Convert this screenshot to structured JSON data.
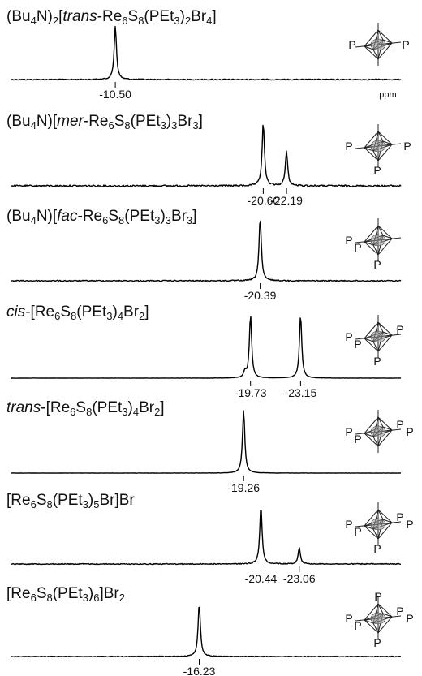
{
  "chart_data": {
    "type": "line",
    "unit": "ppm",
    "x_reversed": true,
    "xlim": [
      -3.4,
      -30.0
    ],
    "panels": [
      {
        "formula": [
          {
            "t": "(Bu"
          },
          {
            "t": "4",
            "sub": true
          },
          {
            "t": "N)"
          },
          {
            "t": "2",
            "sub": true
          },
          {
            "t": "["
          },
          {
            "t": "trans",
            "it": true
          },
          {
            "t": "-Re"
          },
          {
            "t": "6",
            "sub": true
          },
          {
            "t": "S"
          },
          {
            "t": "8",
            "sub": true
          },
          {
            "t": "(PEt"
          },
          {
            "t": "3",
            "sub": true
          },
          {
            "t": ")"
          },
          {
            "t": "2",
            "sub": true
          },
          {
            "t": "Br"
          },
          {
            "t": "4",
            "sub": true
          },
          {
            "t": "]"
          }
        ],
        "peaks": [
          {
            "ppm": -10.5,
            "label": "-10.50",
            "height": 1.0,
            "labeled": true
          }
        ],
        "phosphines": [
          "top",
          "bottom"
        ],
        "p_labels": [
          "P",
          "P"
        ],
        "noise": 0.6,
        "show_unit": true
      },
      {
        "formula": [
          {
            "t": "(Bu"
          },
          {
            "t": "4",
            "sub": true
          },
          {
            "t": "N)["
          },
          {
            "t": "mer",
            "it": true
          },
          {
            "t": "-Re"
          },
          {
            "t": "6",
            "sub": true
          },
          {
            "t": "S"
          },
          {
            "t": "8",
            "sub": true
          },
          {
            "t": "(PEt"
          },
          {
            "t": "3",
            "sub": true
          },
          {
            "t": ")"
          },
          {
            "t": "3",
            "sub": true
          },
          {
            "t": "Br"
          },
          {
            "t": "3",
            "sub": true
          },
          {
            "t": "]"
          }
        ],
        "peaks": [
          {
            "ppm": -20.6,
            "label": "-20.60",
            "height": 1.0,
            "labeled": true
          },
          {
            "ppm": -22.19,
            "label": "-22.19",
            "height": 0.55,
            "labeled": true
          }
        ],
        "phosphines": [
          "left",
          "right",
          "bottom"
        ],
        "p_labels": [
          "P",
          "P",
          "P"
        ],
        "noise": 0.9,
        "show_unit": false
      },
      {
        "formula": [
          {
            "t": "(Bu"
          },
          {
            "t": "4",
            "sub": true
          },
          {
            "t": "N)["
          },
          {
            "t": "fac",
            "it": true
          },
          {
            "t": "-Re"
          },
          {
            "t": "6",
            "sub": true
          },
          {
            "t": "S"
          },
          {
            "t": "8",
            "sub": true
          },
          {
            "t": "(PEt"
          },
          {
            "t": "3",
            "sub": true
          },
          {
            "t": ")"
          },
          {
            "t": "3",
            "sub": true
          },
          {
            "t": "Br"
          },
          {
            "t": "3",
            "sub": true
          },
          {
            "t": "]"
          }
        ],
        "peaks": [
          {
            "ppm": -20.39,
            "label": "-20.39",
            "height": 1.0,
            "labeled": true
          }
        ],
        "phosphines": [
          "left",
          "front",
          "bottom"
        ],
        "p_labels": [
          "P",
          "P",
          "P"
        ],
        "noise": 0.6,
        "show_unit": false
      },
      {
        "formula": [
          {
            "t": "cis",
            "it": true
          },
          {
            "t": "-[Re"
          },
          {
            "t": "6",
            "sub": true
          },
          {
            "t": "S"
          },
          {
            "t": "8",
            "sub": true
          },
          {
            "t": "(PEt"
          },
          {
            "t": "3",
            "sub": true
          },
          {
            "t": ")"
          },
          {
            "t": "4",
            "sub": true
          },
          {
            "t": "Br"
          },
          {
            "t": "2",
            "sub": true
          },
          {
            "t": "]"
          }
        ],
        "peaks": [
          {
            "ppm": -19.73,
            "label": "-19.73",
            "height": 1.0,
            "labeled": true
          },
          {
            "ppm": -19.35,
            "label": "",
            "height": 0.1,
            "labeled": false
          },
          {
            "ppm": -23.15,
            "label": "-23.15",
            "height": 1.0,
            "labeled": true
          }
        ],
        "phosphines": [
          "left",
          "front",
          "right-top",
          "bottom"
        ],
        "p_labels": [
          "P",
          "P",
          "P",
          "P"
        ],
        "noise": 0.15,
        "show_unit": false
      },
      {
        "formula": [
          {
            "t": "trans",
            "it": true
          },
          {
            "t": "-[Re"
          },
          {
            "t": "6",
            "sub": true
          },
          {
            "t": "S"
          },
          {
            "t": "8",
            "sub": true
          },
          {
            "t": "(PEt"
          },
          {
            "t": "3",
            "sub": true
          },
          {
            "t": ")"
          },
          {
            "t": "4",
            "sub": true
          },
          {
            "t": "Br"
          },
          {
            "t": "2",
            "sub": true
          },
          {
            "t": "]"
          }
        ],
        "peaks": [
          {
            "ppm": -19.26,
            "label": "-19.26",
            "height": 1.0,
            "labeled": true
          }
        ],
        "phosphines": [
          "left",
          "front",
          "right-top",
          "right"
        ],
        "p_labels": [
          "P",
          "P",
          "P",
          "P"
        ],
        "noise": 0.15,
        "show_unit": false
      },
      {
        "formula": [
          {
            "t": "[Re"
          },
          {
            "t": "6",
            "sub": true
          },
          {
            "t": "S"
          },
          {
            "t": "8",
            "sub": true
          },
          {
            "t": "(PEt"
          },
          {
            "t": "3",
            "sub": true
          },
          {
            "t": ")"
          },
          {
            "t": "5",
            "sub": true
          },
          {
            "t": "Br]Br"
          }
        ],
        "peaks": [
          {
            "ppm": -20.44,
            "label": "-20.44",
            "height": 1.0,
            "labeled": true
          },
          {
            "ppm": -23.06,
            "label": "-23.06",
            "height": 0.28,
            "labeled": true
          }
        ],
        "phosphines": [
          "left",
          "front",
          "right-top",
          "right",
          "bottom"
        ],
        "p_labels": [
          "P",
          "P",
          "P",
          "P",
          "P"
        ],
        "noise": 0.5,
        "show_unit": false
      },
      {
        "formula": [
          {
            "t": "[Re"
          },
          {
            "t": "6",
            "sub": true
          },
          {
            "t": "S"
          },
          {
            "t": "8",
            "sub": true
          },
          {
            "t": "(PEt"
          },
          {
            "t": "3",
            "sub": true
          },
          {
            "t": ")"
          },
          {
            "t": "6",
            "sub": true
          },
          {
            "t": "]Br"
          },
          {
            "t": "2",
            "sub": true
          }
        ],
        "peaks": [
          {
            "ppm": -16.23,
            "label": "-16.23",
            "height": 1.0,
            "labeled": true
          }
        ],
        "phosphines": [
          "top",
          "left",
          "front",
          "right-top",
          "right",
          "bottom"
        ],
        "p_labels": [
          "P",
          "P",
          "P",
          "P",
          "P",
          "P"
        ],
        "noise": 0.4,
        "show_unit": false
      }
    ]
  }
}
